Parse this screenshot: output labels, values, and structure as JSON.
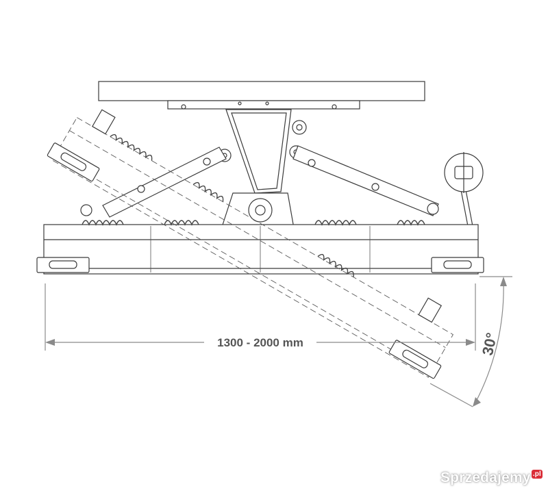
{
  "diagram": {
    "width_label": "1300 - 2000 mm",
    "angle_label": "30°"
  },
  "watermark": {
    "brand": "Sprzedajemy",
    "suffix": ".pl"
  },
  "colors": {
    "line": "#3a3a3a",
    "dimension": "#8a8a8a",
    "badge": "#d9232e"
  }
}
